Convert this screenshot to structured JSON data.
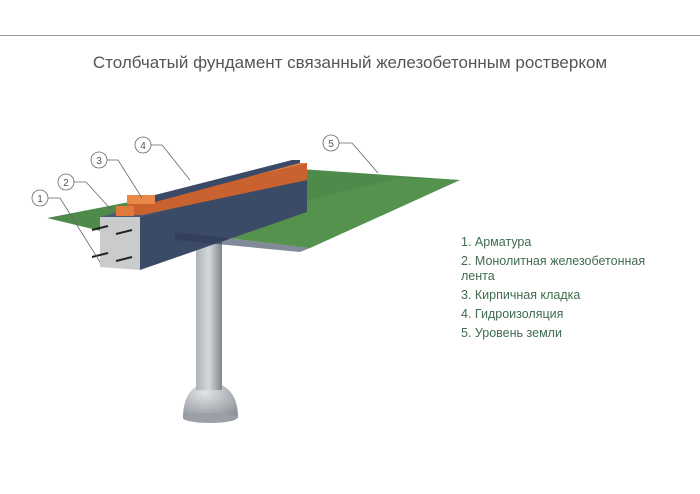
{
  "title": "Столбчатый фундамент связанный железобетонным ростверком",
  "callouts": [
    "1",
    "2",
    "3",
    "4",
    "5"
  ],
  "legend": [
    "1. Арматура",
    "2. Монолитная железобетонная лента",
    "3. Кирпичная кладка",
    "4. Гидроизоляция",
    "5. Уровень земли"
  ],
  "colors": {
    "ground": "#4e8a4a",
    "concrete": "#3b4a66",
    "concrete_end": "#c9cbcc",
    "brick": "#d9703a",
    "legend_text": "#3f6b4e"
  }
}
